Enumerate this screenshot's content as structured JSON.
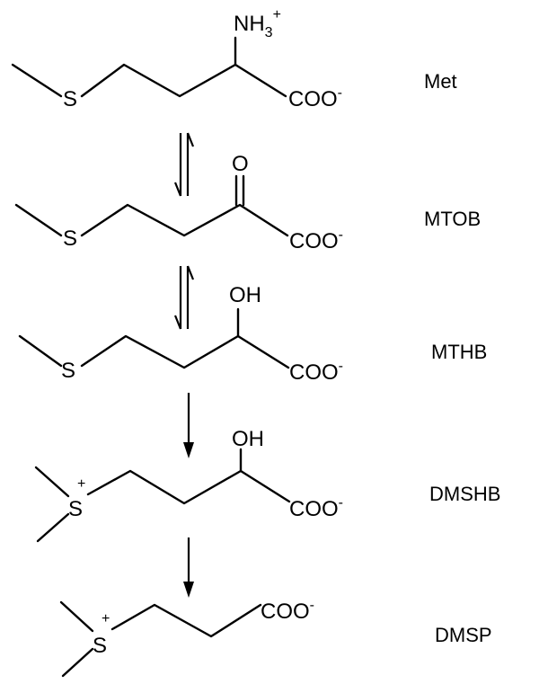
{
  "compounds": [
    {
      "name": "Met",
      "substituent": "NH3+",
      "terminal": "COO-"
    },
    {
      "name": "MTOB",
      "substituent": "O",
      "terminal": "COO-"
    },
    {
      "name": "MTHB",
      "substituent": "OH",
      "terminal": "COO-"
    },
    {
      "name": "DMSHB",
      "substituent": "OH",
      "terminal": "COO-"
    },
    {
      "name": "DMSP",
      "terminal": "COO-"
    }
  ],
  "atoms": {
    "sulfur": "S",
    "oxygen": "O",
    "hydroxyl": "OH",
    "amine_base": "NH",
    "amine_sub": "3",
    "carboxylate_base": "COO",
    "minus": "-",
    "plus": "+"
  },
  "steps": [
    {
      "from": "Met",
      "to": "MTOB",
      "type": "reversible"
    },
    {
      "from": "MTOB",
      "to": "MTHB",
      "type": "reversible"
    },
    {
      "from": "MTHB",
      "to": "DMSHB",
      "type": "irreversible"
    },
    {
      "from": "DMSHB",
      "to": "DMSP",
      "type": "irreversible"
    }
  ]
}
